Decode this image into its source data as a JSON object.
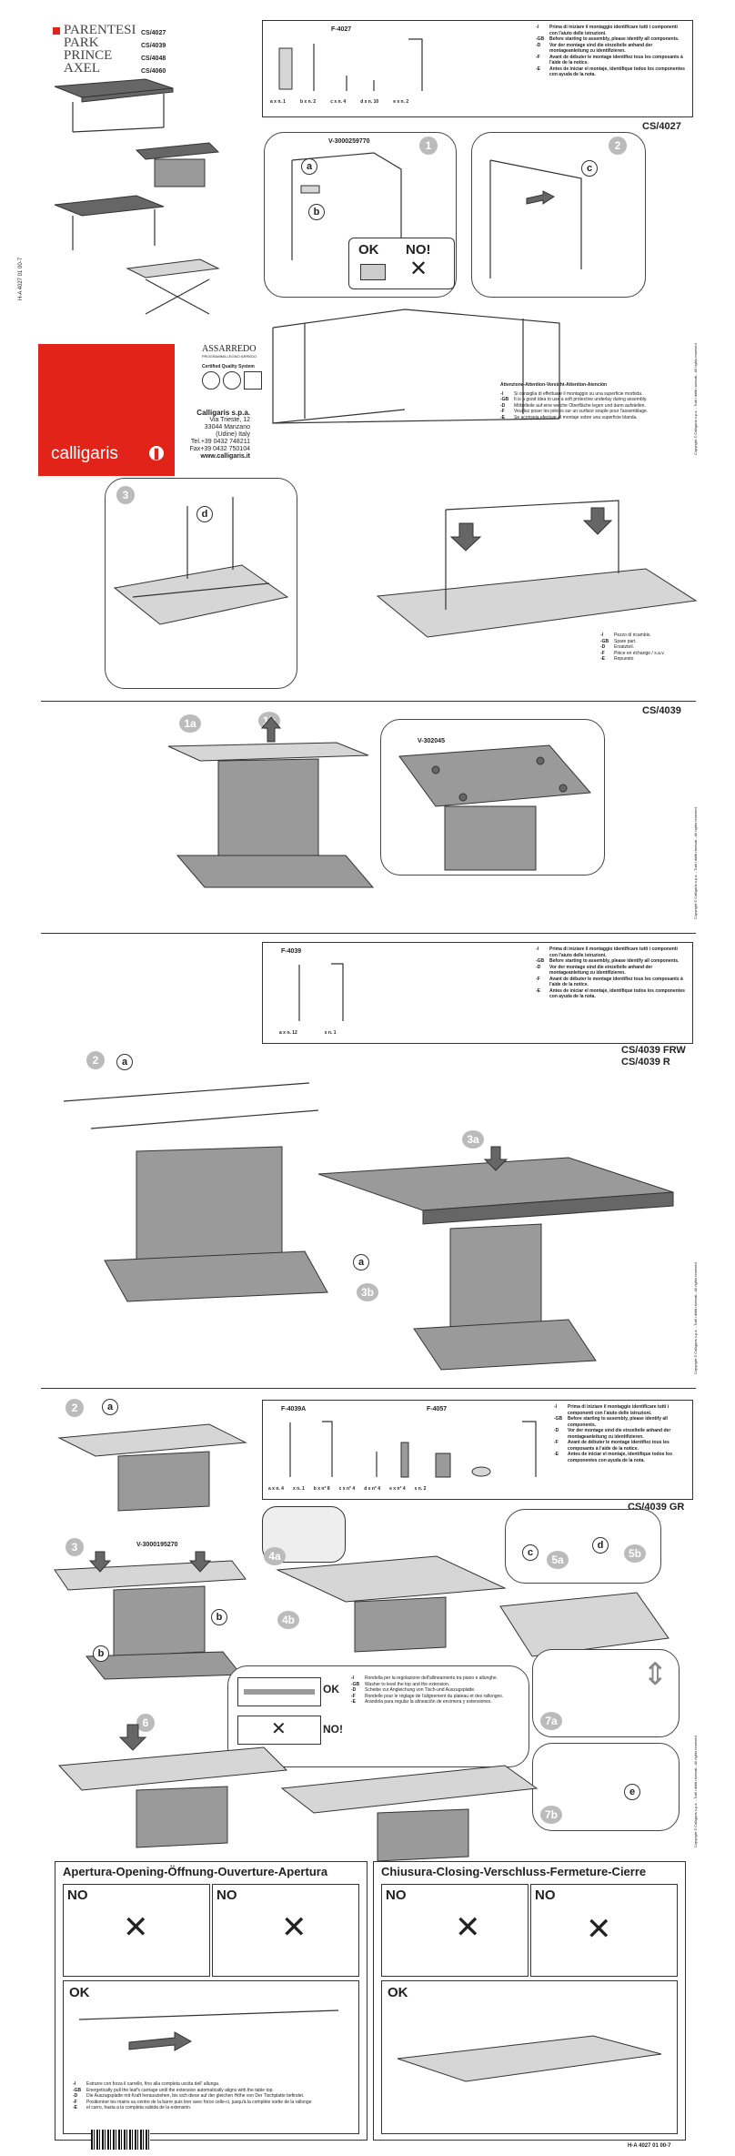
{
  "brand": {
    "models": [
      "PARENTESI",
      "PARK",
      "PRINCE",
      "AXEL"
    ],
    "model_codes": [
      "CS/4027",
      "CS/4039",
      "CS/4048",
      "CS/4060"
    ],
    "logo_text": "calligaris",
    "doc_side_code": "H-A 4027 01 00-7",
    "assarredo": "ASSARREDO",
    "assarredo_sub": "PROGRAMMA LEGNO·ARREDO",
    "cert_title": "Certified Quality System",
    "company_name": "Calligaris s.p.a.",
    "address_lines": [
      "Via Trieste, 12",
      "33044 Manzano",
      "(Udine) Italy",
      "Tel.+39 0432 748211",
      "Fax+39 0432 750104",
      "www.calligaris.it"
    ],
    "accent_color": "#e2231a"
  },
  "copyright": "Copyright © Calligaris s.p.a. - Tutti i diritti riservati - All rights reserved",
  "identify_notes": [
    {
      "lang": "-I",
      "text": "Prima di iniziare il montaggio identificare tutti i componenti con l'aiuto delle istruzioni."
    },
    {
      "lang": "-GB",
      "text": "Before starting to assembly, please identify all components."
    },
    {
      "lang": "-D",
      "text": "Vor der montage sind die einzelteile anhand der montageanleitung zu identifizieren."
    },
    {
      "lang": "-F",
      "text": "Avant de débuter le montage identifiez tous les composants à l'aide de la notice."
    },
    {
      "lang": "-E",
      "text": "Antes de iniciar el montaje, identifique todos los componentes con ayuda de la nota."
    }
  ],
  "section1": {
    "code": "CS/4027",
    "parts_code": "F-4027",
    "parts": [
      {
        "letter": "a",
        "qty": "x n. 1"
      },
      {
        "letter": "b",
        "qty": "x n. 2"
      },
      {
        "letter": "c",
        "qty": "x n. 4"
      },
      {
        "letter": "d",
        "qty": "x n. 10"
      },
      {
        "letter": "e",
        "qty": "x n. 2"
      }
    ],
    "step1_code": "V-3000259770",
    "ok_label": "OK",
    "no_label": "NO!",
    "warning_title": "Attenzione-Attention-Vorsicht-Attention-Atención",
    "warning_notes": [
      {
        "lang": "-I",
        "text": "Si consiglia di effettuare il montaggio su una superficie morbida."
      },
      {
        "lang": "-GB",
        "text": "It is a good idea to use a soft protective underlay during assembly."
      },
      {
        "lang": "-D",
        "text": "Möbelteile auf eine weiche Oberfläche legen und dann aufstellen."
      },
      {
        "lang": "-F",
        "text": "Veuillez poser les pièces sur un surface souple pour l'assemblage."
      },
      {
        "lang": "-E",
        "text": "Se aconseja efectuar el montaje sobre una superficie blanda."
      }
    ],
    "spare_notes": [
      {
        "lang": "-I",
        "text": "Pezzo di ricambio."
      },
      {
        "lang": "-GB",
        "text": "Spare part."
      },
      {
        "lang": "-D",
        "text": "Ersatzteil."
      },
      {
        "lang": "-F",
        "text": "Pièce en échange / s.a.v."
      },
      {
        "lang": "-E",
        "text": "Repuesto"
      }
    ]
  },
  "section2": {
    "code": "CS/4039",
    "screw_code": "V-302045",
    "step_a": "1a",
    "step_b": "1b"
  },
  "section3": {
    "parts_code": "F-4039",
    "parts": [
      {
        "letter": "a",
        "qty": "x n. 12"
      },
      {
        "letter": "",
        "qty": "x n. 1"
      }
    ],
    "codes": [
      "CS/4039 FRW",
      "CS/4039 R"
    ],
    "step2": "2",
    "step3a": "3a",
    "step3b": "3b"
  },
  "section4": {
    "code": "CS/4039 GR",
    "parts_code_1": "F-4039A",
    "parts_code_2": "F-4057",
    "parts": [
      {
        "letter": "a",
        "qty": "x n. 4"
      },
      {
        "letter": "",
        "qty": "x n. 1"
      },
      {
        "letter": "b",
        "qty": "x n° 8"
      },
      {
        "letter": "c",
        "qty": "x n° 4"
      },
      {
        "letter": "d",
        "qty": "x n° 4"
      },
      {
        "letter": "e",
        "qty": "x n° 4"
      },
      {
        "letter": "",
        "qty": "x n. 2"
      }
    ],
    "step3_code": "V-3000195270",
    "ok_label": "OK",
    "no_label": "NO!",
    "levelling_notes": [
      {
        "lang": "-I",
        "text": "Rondella per la regolazione dell'allineamento tra piano e allunghe."
      },
      {
        "lang": "-GB",
        "text": "Washer to level the top and the extension."
      },
      {
        "lang": "-D",
        "text": "Scheibe zur Angleichung von Tisch-und Auszugsplatte."
      },
      {
        "lang": "-F",
        "text": "Rondelle pour le réglage de l'alignement du plateau et des rallonges."
      },
      {
        "lang": "-E",
        "text": "Arandela para regular la alineación de encimera y extensiones."
      }
    ],
    "steps": [
      "2",
      "3",
      "4a",
      "4b",
      "5a",
      "5b",
      "6",
      "7a",
      "7b"
    ]
  },
  "opening": {
    "open_title": "Apertura-Opening-Öffnung-Ouverture-Apertura",
    "close_title": "Chiusura-Closing-Verschluss-Fermeture-Cierre",
    "no_label": "NO",
    "ok_label": "OK",
    "notes": [
      {
        "lang": "-I",
        "text": "Estrarre con forza il carrello, fino alla completa uscita dell' allunga."
      },
      {
        "lang": "-GB",
        "text": "Energetically pull the leaf's carriage until the extension automatically aligns with the table top."
      },
      {
        "lang": "-D",
        "text": "Die Auszugsplatte mit Kraft herausziehen, bis sich diese auf der gleichen Höhe von Der Tischplatte befindet."
      },
      {
        "lang": "-F",
        "text": "Positionner les mains au centre de la barre puis tirer avec force celle-ci, jusqu'à la complète sortie de la rallonge"
      },
      {
        "lang": "-E",
        "text": "el carro, hasta a la completa subida de la extensión."
      }
    ],
    "footer_code": "H-A 4027 01 00-7"
  }
}
